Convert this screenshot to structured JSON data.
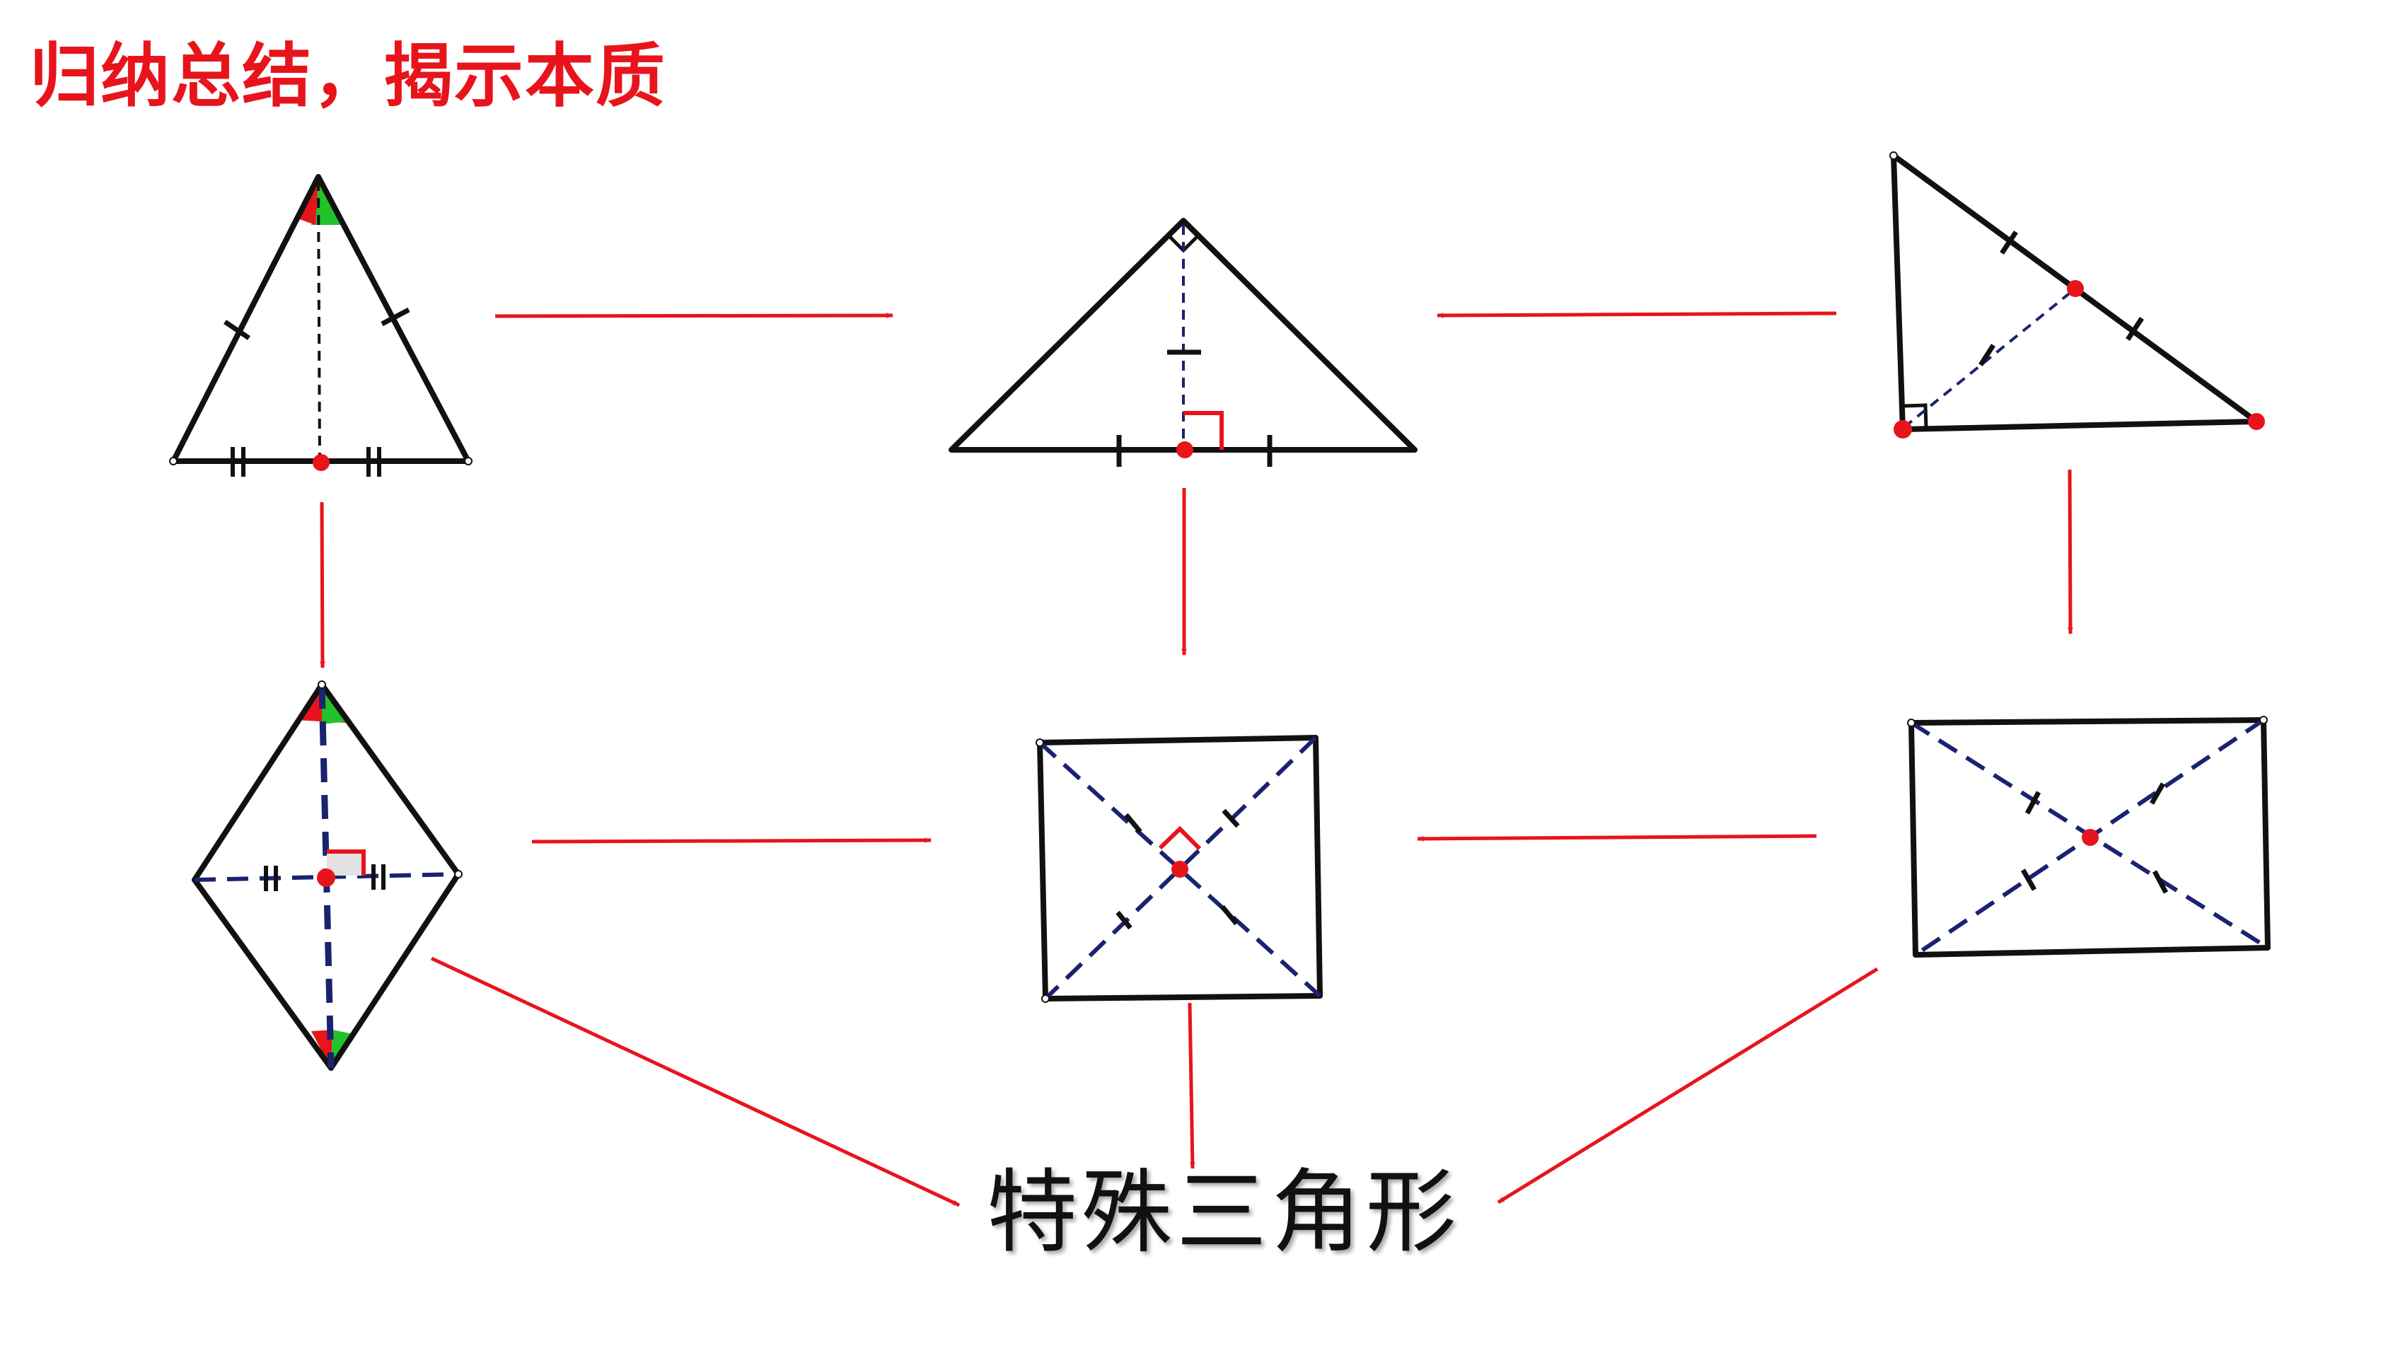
{
  "title": "归纳总结，揭示本质",
  "conclusion": "特殊三角形",
  "colors": {
    "title": "#e8141c",
    "arrow": "#e8141c",
    "stroke": "#111111",
    "dashed_line": "#1a2370",
    "point": "#e8141c",
    "angle_green": "#22c22a",
    "angle_red": "#e8141c"
  },
  "figures": [
    {
      "id": "isosceles-triangle",
      "shape": "triangle"
    },
    {
      "id": "isosceles-right-triangle",
      "shape": "triangle"
    },
    {
      "id": "right-triangle",
      "shape": "triangle"
    },
    {
      "id": "rhombus",
      "shape": "quadrilateral"
    },
    {
      "id": "square",
      "shape": "quadrilateral"
    },
    {
      "id": "rectangle",
      "shape": "quadrilateral"
    }
  ]
}
